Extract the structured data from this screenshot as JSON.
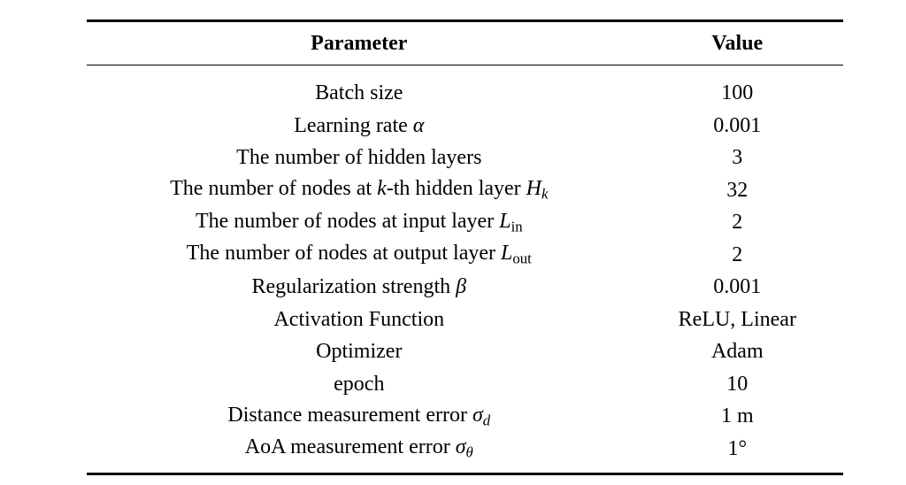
{
  "colors": {
    "background": "#ffffff",
    "text": "#000000",
    "rule": "#000000"
  },
  "table": {
    "header": {
      "parameter": "Parameter",
      "value": "Value"
    },
    "rows": [
      {
        "parameter": [
          {
            "t": "Batch size"
          }
        ],
        "value": "100"
      },
      {
        "parameter": [
          {
            "t": "Learning rate "
          },
          {
            "t": "α",
            "s": "i"
          }
        ],
        "value": "0.001"
      },
      {
        "parameter": [
          {
            "t": "The number of hidden layers"
          }
        ],
        "value": "3"
      },
      {
        "parameter": [
          {
            "t": "The number of nodes at "
          },
          {
            "t": "k",
            "s": "i"
          },
          {
            "t": "-th hidden layer "
          },
          {
            "t": "H",
            "s": "i"
          },
          {
            "t": "k",
            "s": "isub"
          }
        ],
        "value": "32"
      },
      {
        "parameter": [
          {
            "t": "The number of nodes at input layer "
          },
          {
            "t": "L",
            "s": "i"
          },
          {
            "t": "in",
            "s": "sub"
          }
        ],
        "value": "2"
      },
      {
        "parameter": [
          {
            "t": "The number of nodes at output layer "
          },
          {
            "t": "L",
            "s": "i"
          },
          {
            "t": "out",
            "s": "sub"
          }
        ],
        "value": "2"
      },
      {
        "parameter": [
          {
            "t": "Regularization strength "
          },
          {
            "t": "β",
            "s": "i"
          }
        ],
        "value": "0.001"
      },
      {
        "parameter": [
          {
            "t": "Activation Function"
          }
        ],
        "value": "ReLU, Linear"
      },
      {
        "parameter": [
          {
            "t": "Optimizer"
          }
        ],
        "value": "Adam"
      },
      {
        "parameter": [
          {
            "t": "epoch"
          }
        ],
        "value": "10"
      },
      {
        "parameter": [
          {
            "t": "Distance measurement error "
          },
          {
            "t": "σ",
            "s": "i"
          },
          {
            "t": "d",
            "s": "isub"
          }
        ],
        "value": "1 m"
      },
      {
        "parameter": [
          {
            "t": "AoA measurement error "
          },
          {
            "t": "σ",
            "s": "i"
          },
          {
            "t": "θ",
            "s": "isub"
          }
        ],
        "value": "1°"
      }
    ]
  }
}
